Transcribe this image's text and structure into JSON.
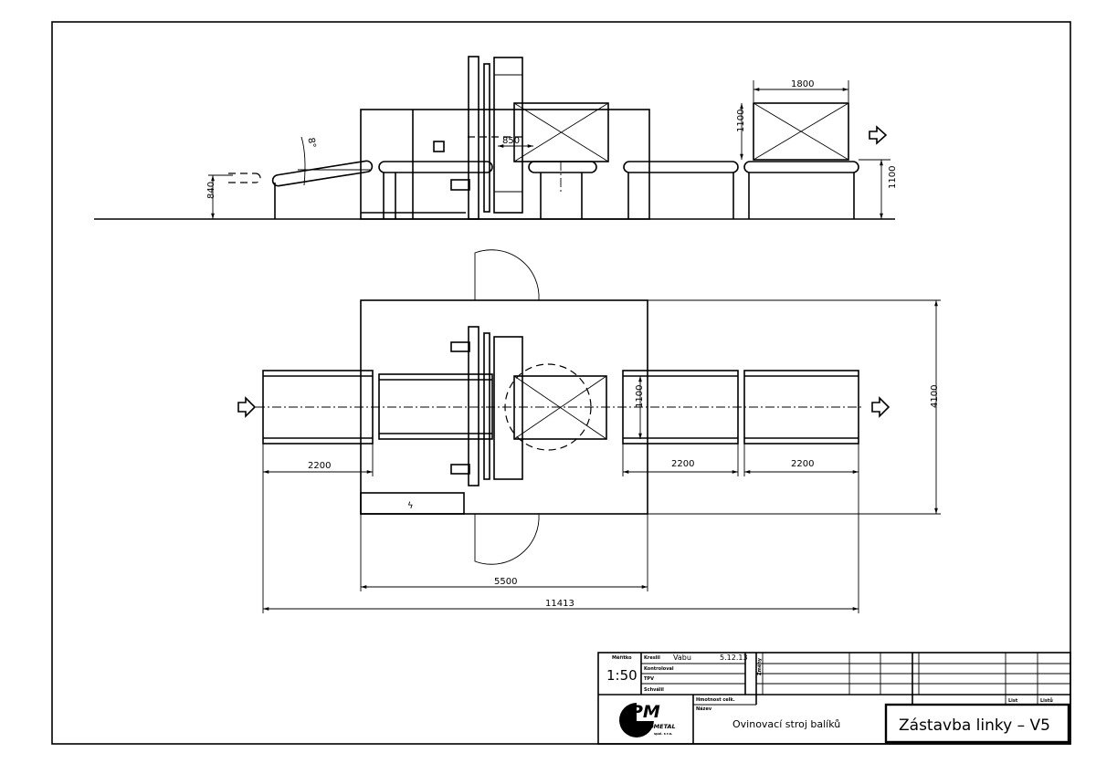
{
  "elevation": {
    "dimensions": {
      "width_1800": "1800",
      "height_1100_box": "1100",
      "height_1100_conveyor": "1100",
      "height_840": "840",
      "offset_850": "850",
      "angle": "8°"
    }
  },
  "plan": {
    "dimensions": {
      "conveyor_in": "2200",
      "height_1100": "1100",
      "conveyor_out_1": "2200",
      "conveyor_out_2": "2200",
      "width_4100": "4100",
      "machine_5500": "5500",
      "total_11413": "11413"
    },
    "electrical_symbol": "ϟ"
  },
  "title_block": {
    "scale_label": "Měřítko",
    "scale_value": "1:50",
    "drawn_label": "Kreslil",
    "drawn_by": "Vabu",
    "date": "5.12.13",
    "checked_label": "Kontroloval",
    "tpv_label": "TPV",
    "approved_label": "Schválil",
    "changes_label": "Změny",
    "weight_label": "Hmotnost celk.",
    "name_label": "Název",
    "sheet_label": "List",
    "sheets_label": "Listů",
    "drawing_name": "Ovinovací stroj balíků",
    "drawing_title": "Zástavba linky – V5",
    "company_logo": "PM",
    "company_name": "PRAGOMETAL",
    "company_suffix": "spol. s r.o."
  }
}
